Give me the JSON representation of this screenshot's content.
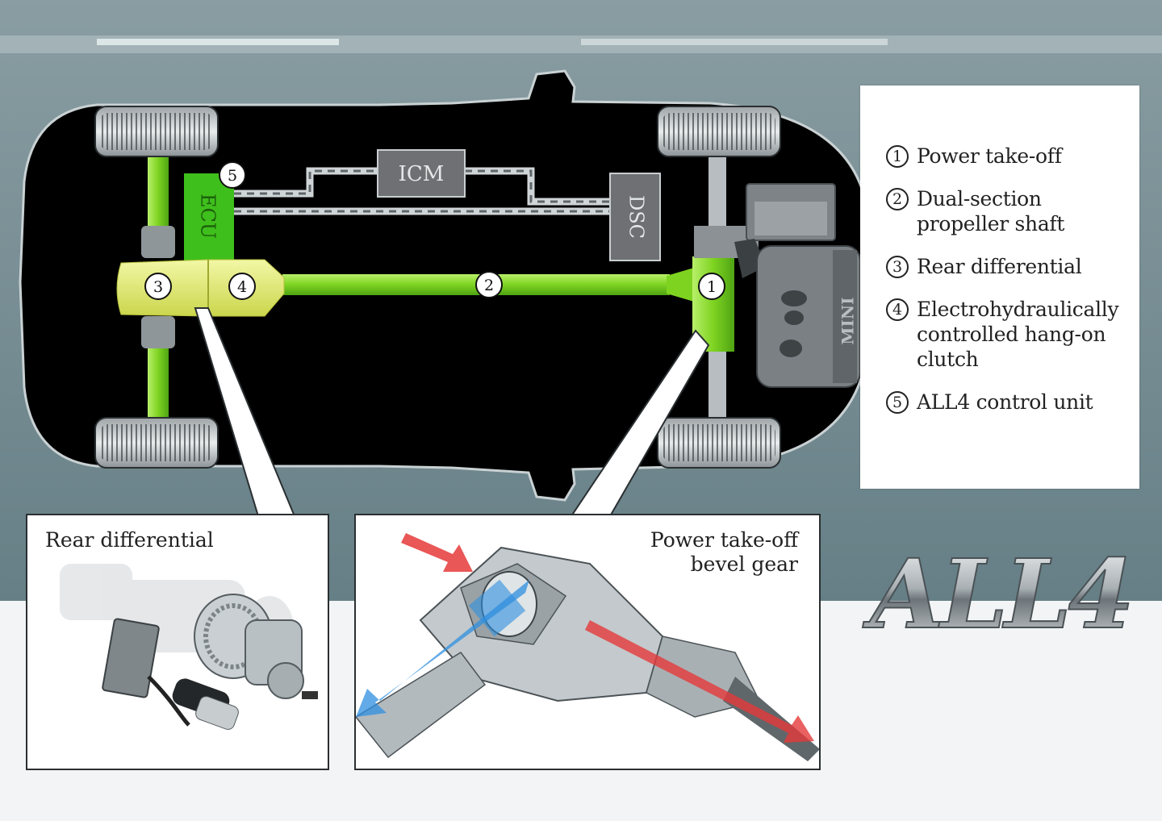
{
  "diagram": {
    "components": {
      "icm_label": "ICM",
      "dsc_label": "DSC",
      "ecu_label": "ECU",
      "engine_badge": "MINI"
    },
    "markers": [
      "1",
      "2",
      "3",
      "4",
      "5"
    ],
    "legend": [
      {
        "num": "1",
        "text": "Power take-off"
      },
      {
        "num": "2",
        "text": "Dual-section propeller shaft"
      },
      {
        "num": "3",
        "text": "Rear differential"
      },
      {
        "num": "4",
        "text": "Electrohydraulically controlled hang-on clutch"
      },
      {
        "num": "5",
        "text": "ALL4 control unit"
      }
    ],
    "insets": {
      "rear_title": "Rear differential",
      "pto_title_line1": "Power take-off",
      "pto_title_line2": "bevel gear"
    },
    "logo_text": "ALL4",
    "colors": {
      "road": "#6f8c93",
      "car_body": "#000000",
      "shaft_green": "#7ed321",
      "ecu_green": "#3fbf1c",
      "diff_yellow": "#e3ec7a",
      "module_gray": "#6e7073",
      "flow_blue": "#2f8fe0",
      "flow_red": "#e53a3a"
    }
  }
}
